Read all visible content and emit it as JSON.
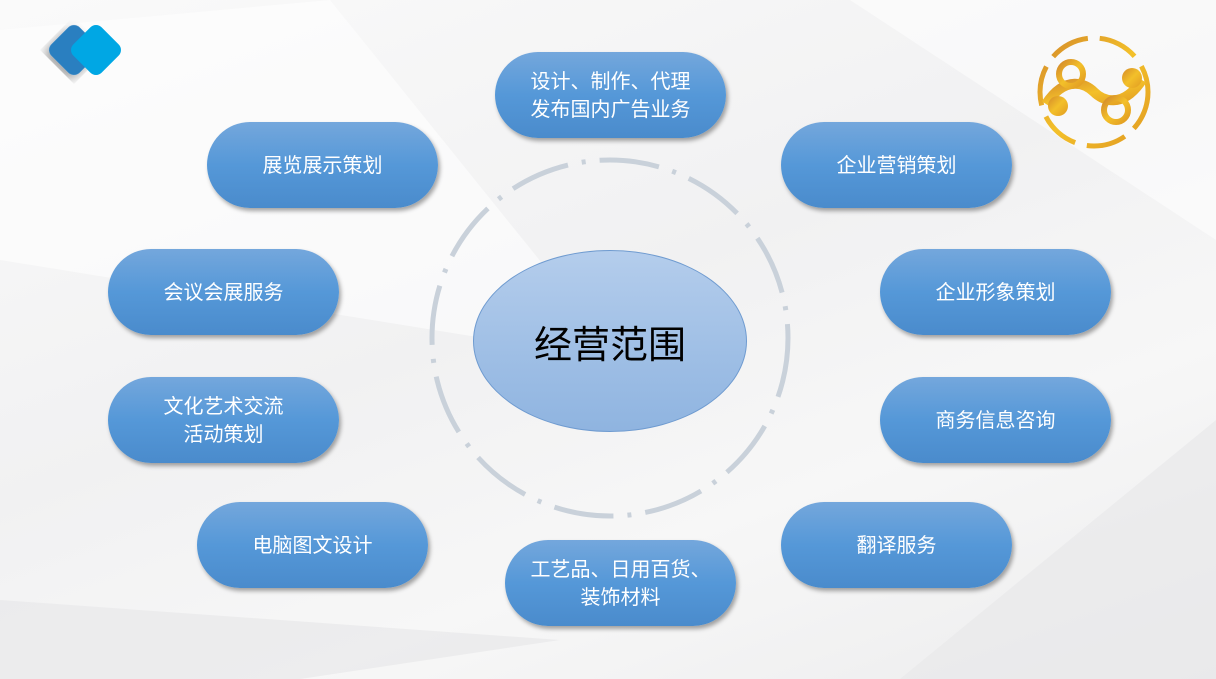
{
  "center": {
    "label": "经营范围"
  },
  "items": [
    {
      "label": "设计、制作、代理\n发布国内广告业务"
    },
    {
      "label": "展览展示策划"
    },
    {
      "label": "企业营销策划"
    },
    {
      "label": "会议会展服务"
    },
    {
      "label": "企业形象策划"
    },
    {
      "label": "文化艺术交流\n活动策划"
    },
    {
      "label": "商务信息咨询"
    },
    {
      "label": "电脑图文设计"
    },
    {
      "label": "翻译服务"
    },
    {
      "label": "工艺品、日用百货、\n装饰材料"
    }
  ],
  "colors": {
    "pill": "#5598d8",
    "center": "#a3c2e8",
    "logo_blue": "#00a7e4",
    "logo_gold": "#e8a927"
  }
}
